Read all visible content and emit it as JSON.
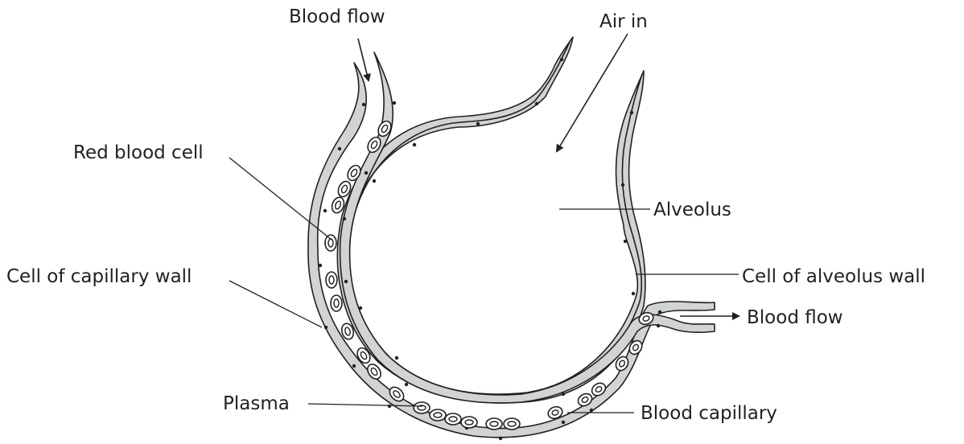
{
  "labels": {
    "blood_flow_top": "Blood flow",
    "air_in": "Air in",
    "red_blood_cell": "Red blood cell",
    "alveolus": "Alveolus",
    "cell_of_capillary_wall": "Cell of capillary wall",
    "cell_of_alveolus_wall": "Cell of alveolus wall",
    "blood_flow_right": "Blood flow",
    "plasma": "Plasma",
    "blood_capillary": "Blood capillary"
  }
}
